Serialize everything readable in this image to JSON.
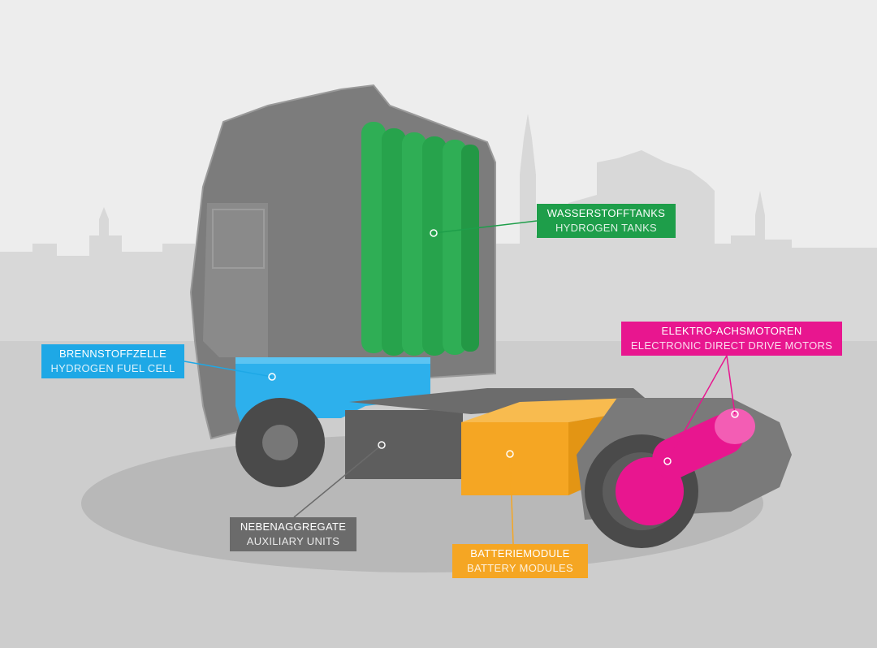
{
  "labels": {
    "hydrogen_tanks": {
      "de": "WASSERSTOFFTANKS",
      "en": "HYDROGEN TANKS",
      "color": "#1e9e4a"
    },
    "fuel_cell": {
      "de": "BRENNSTOFFZELLE",
      "en": "HYDROGEN FUEL CELL",
      "color": "#1ea8e6"
    },
    "axle_motors": {
      "de": "ELEKTRO-ACHSMOTOREN",
      "en": "ELECTRONIC DIRECT DRIVE MOTORS",
      "color": "#e8168f"
    },
    "auxiliary": {
      "de": "NEBENAGGREGATE",
      "en": "AUXILIARY UNITS",
      "color": "#6b6b6b"
    },
    "battery": {
      "de": "BATTERIEMODULE",
      "en": "BATTERY MODULES",
      "color": "#f5a623"
    }
  },
  "colors": {
    "background": "#ededed",
    "skyline": "#d9d9d9",
    "ground": "#c9c9c9",
    "truck_body": "#7a7a7a"
  }
}
